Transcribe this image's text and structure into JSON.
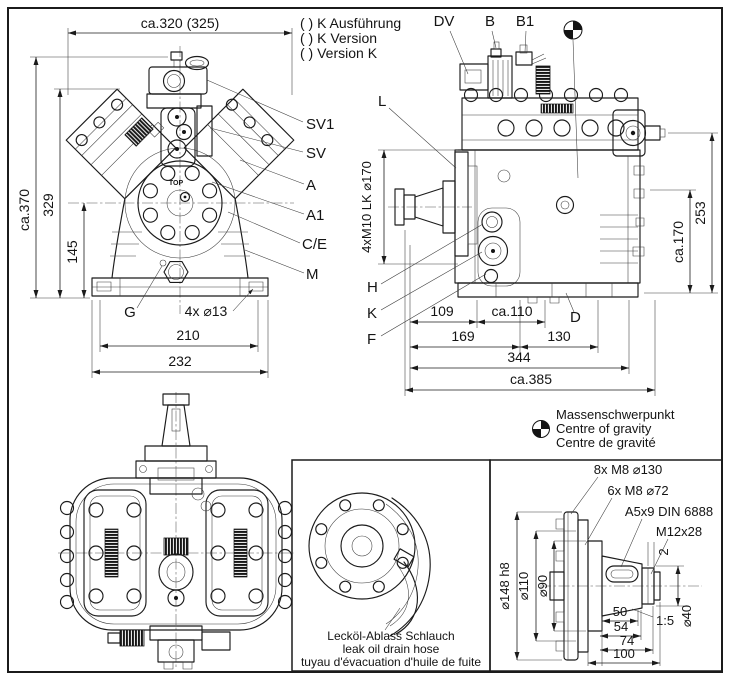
{
  "colors": {
    "ink": "#1b1b1b",
    "paper": "#ffffff"
  },
  "version_note": {
    "line1": "( ) K Ausführung",
    "line2": "( ) K Version",
    "line3": "( ) Version K"
  },
  "front_view": {
    "dim_width_top": "ca.320 (325)",
    "dim_height_total": "ca.370",
    "dim_height_329": "329",
    "dim_height_145": "145",
    "dim_base_210": "210",
    "dim_base_232": "232",
    "dim_foot_holes": "4x ⌀13",
    "marker_top": "TOP",
    "labels": {
      "sv1": "SV1",
      "sv": "SV",
      "a": "A",
      "a1": "A1",
      "ce": "C/E",
      "m": "M",
      "g": "G"
    }
  },
  "side_view": {
    "labels": {
      "dv": "DV",
      "b": "B",
      "b1": "B1",
      "l": "L",
      "h": "H",
      "k": "K",
      "f": "F",
      "d": "D"
    },
    "dim_bolt_circle": "4xM10 LK ⌀170",
    "dim_109": "109",
    "dim_ca110": "ca.110",
    "dim_169": "169",
    "dim_130": "130",
    "dim_344": "344",
    "dim_ca385": "ca.385",
    "dim_253": "253",
    "dim_ca170": "ca.170"
  },
  "center_of_gravity": {
    "de": "Massenschwerpunkt",
    "en": "Centre of gravity",
    "fr": "Centre de gravité"
  },
  "leak_hose_detail": {
    "de": "Lecköl-Ablass Schlauch",
    "en": "leak oil drain hose",
    "fr": "tuyau d'évacuation d'huile de fuite"
  },
  "shaft_detail": {
    "label_8xm8": "8x M8 ⌀130",
    "label_6xm8": "6x M8 ⌀72",
    "label_key": "A5x9 DIN 6888",
    "label_thread": "M12x28",
    "label_taper": "1:5",
    "dim_d148": "⌀148 h8",
    "dim_d110": "⌀110",
    "dim_d90": "⌀90",
    "dim_d40": "⌀40",
    "dim_50": "50",
    "dim_54": "54",
    "dim_74": "74",
    "dim_100": "100",
    "dim_2": "2"
  }
}
